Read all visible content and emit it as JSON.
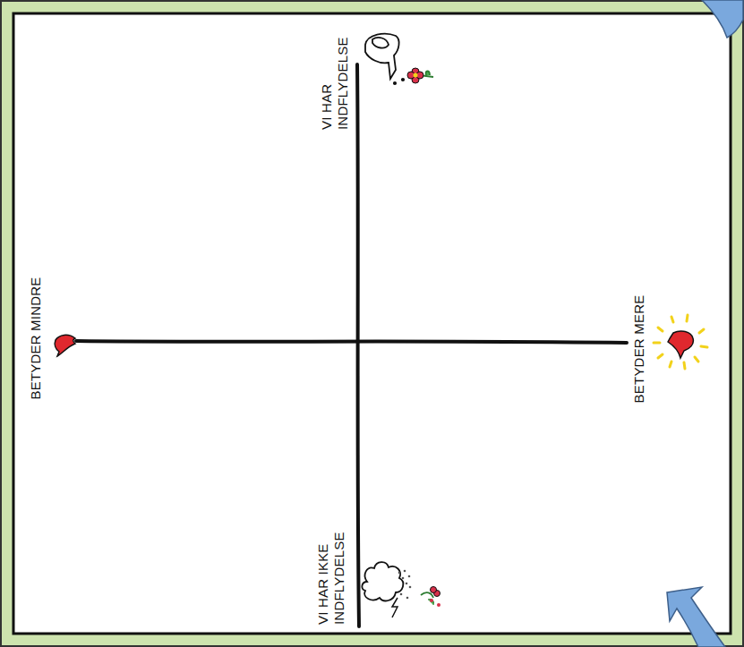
{
  "diagram": {
    "labels": [
      "BETYDER MINDRE",
      "BETYDER MERE",
      "VI HAR INDFLYDELSE",
      "VI HAR IKKE INDFLYDELSE"
    ]
  }
}
